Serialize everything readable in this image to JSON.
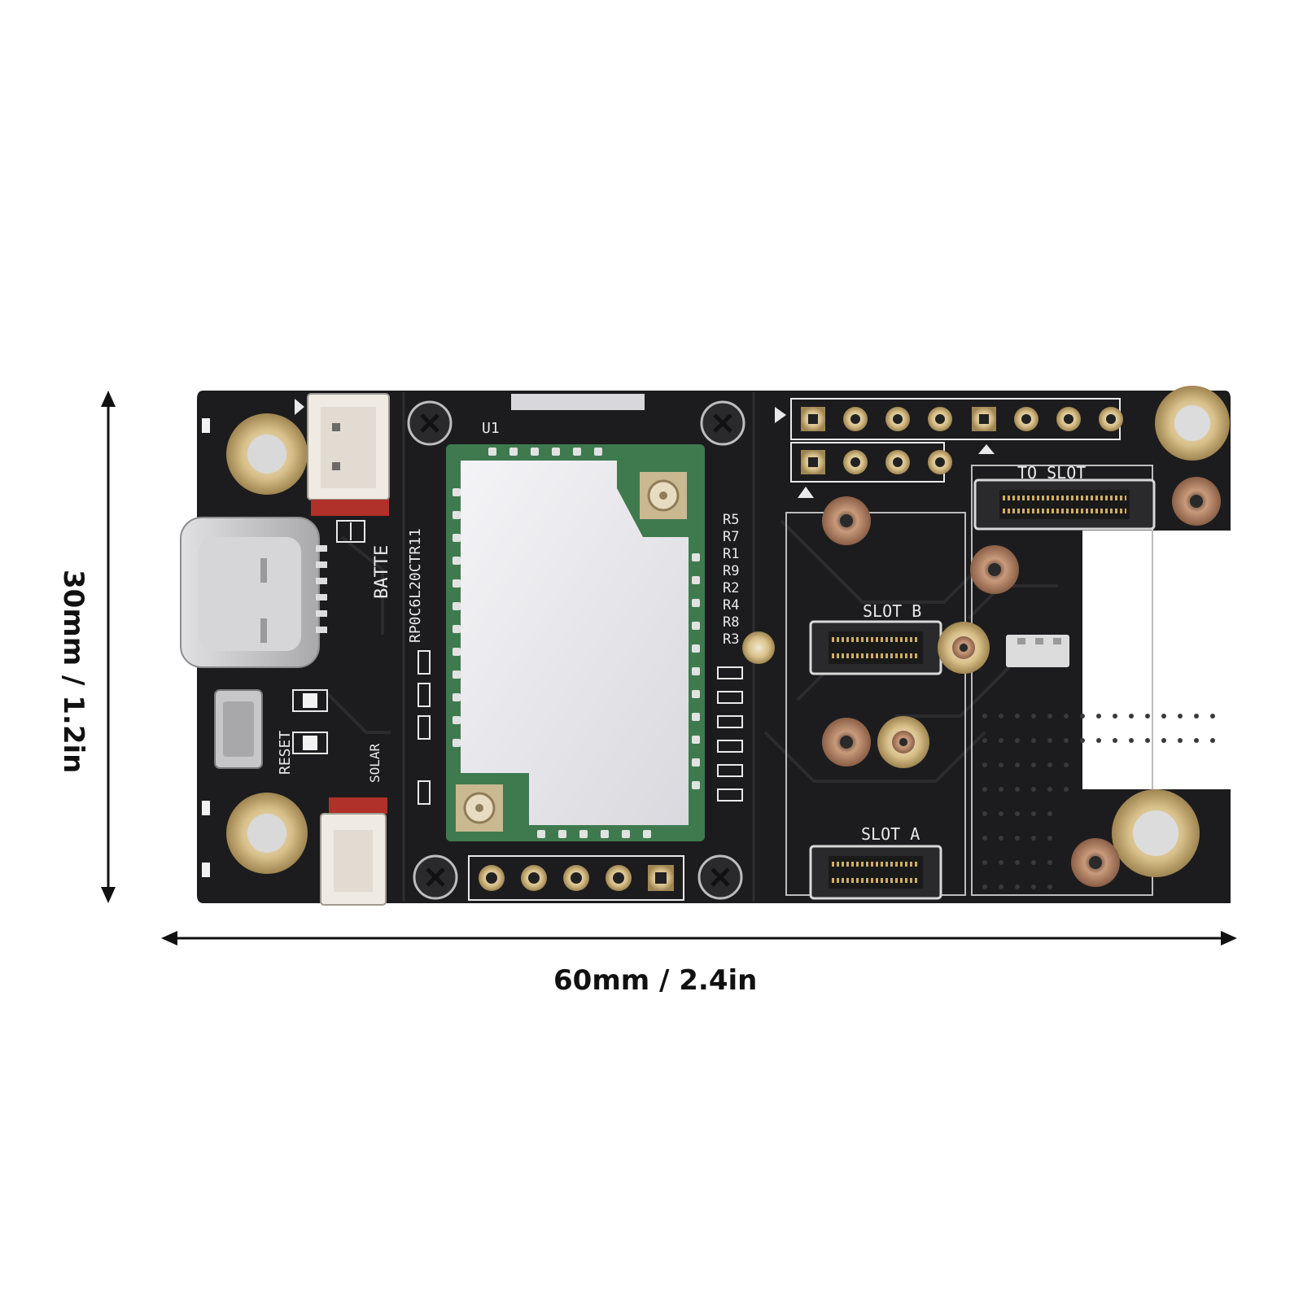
{
  "dimensions": {
    "width": "60mm / 2.4in",
    "height": "30mm / 1.2in"
  },
  "board": {
    "labels": {
      "battery": "BATTE",
      "reset": "RESET",
      "u1": "U1",
      "module_side": "RP0C6L20CTR11",
      "resistors": [
        "R5",
        "R7",
        "R1",
        "R9",
        "R2",
        "R4",
        "R8",
        "R3"
      ],
      "to_slot": "TO SLOT",
      "slot_b": "SLOT B",
      "slot_a": "SLOT A",
      "solar": "SOLAR"
    }
  },
  "colors": {
    "pcb": "#1c1c1e",
    "pcb_trace": "#2e2e31",
    "silk": "#e9e9e9",
    "gold": "#d8c08a",
    "copper": "#b98565",
    "shield": "#e6e6ea",
    "module_green": "#3f7a4f",
    "connector": "#efeae2",
    "usb_metal": "#c9c9cb",
    "red_part": "#b0302a"
  },
  "icons": [
    "arrow-left-icon",
    "arrow-right-icon",
    "arrow-up-icon",
    "arrow-down-icon",
    "screw-icon"
  ]
}
